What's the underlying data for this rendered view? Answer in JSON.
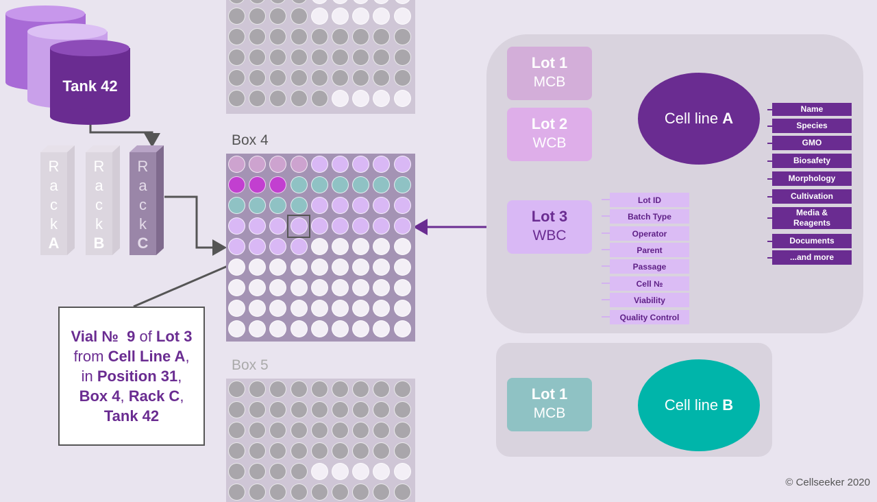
{
  "tanks": {
    "main_label": "Tank 42"
  },
  "racks": [
    {
      "letters": [
        "R",
        "a",
        "c",
        "k"
      ],
      "id": "A"
    },
    {
      "letters": [
        "R",
        "a",
        "c",
        "k"
      ],
      "id": "B"
    },
    {
      "letters": [
        "R",
        "a",
        "c",
        "k"
      ],
      "id": "C"
    }
  ],
  "boxes": {
    "box4": "Box 4",
    "box5": "Box 5"
  },
  "vial_label": {
    "line1_a": "Vial №  9",
    "line1_b": " of ",
    "line1_c": "Lot 3",
    "line2_a": "from ",
    "line2_b": "Cell Line A",
    "line2_c": ",",
    "line3_a": "in ",
    "line3_b": "Position 31",
    "line3_c": ",",
    "line4_a": "Box 4",
    "line4_b": ", ",
    "line4_c": "Rack C",
    "line4_d": ",",
    "line5": "Tank 42"
  },
  "lots_a": [
    {
      "name": "Lot 1",
      "type": "MCB"
    },
    {
      "name": "Lot 2",
      "type": "WCB"
    },
    {
      "name": "Lot 3",
      "type": "WBC"
    }
  ],
  "cell_line_a": {
    "prefix": "Cell line ",
    "letter": "A"
  },
  "cell_line_attributes": [
    "Name",
    "Species",
    "GMO",
    "Biosafety",
    "Morphology",
    "Cultivation",
    "Media &\nReagents",
    "Documents",
    "...and more"
  ],
  "lot_properties": [
    "Lot ID",
    "Batch Type",
    "Operator",
    "Parent",
    "Passage",
    "Cell №",
    "Viability",
    "Quality Control"
  ],
  "lot_b": {
    "name": "Lot 1",
    "type": "MCB"
  },
  "cell_line_b": {
    "prefix": "Cell line ",
    "letter": "B"
  },
  "copyright": "© Cellseeker 2020",
  "colors": {
    "dark_purple": "#6a2c91",
    "light_purple": "#d9b8f5",
    "teal": "#00b5aa",
    "teal_light": "#8fc2c4",
    "magenta": "#c23fd0",
    "grey_well": "#a9a6ab"
  }
}
